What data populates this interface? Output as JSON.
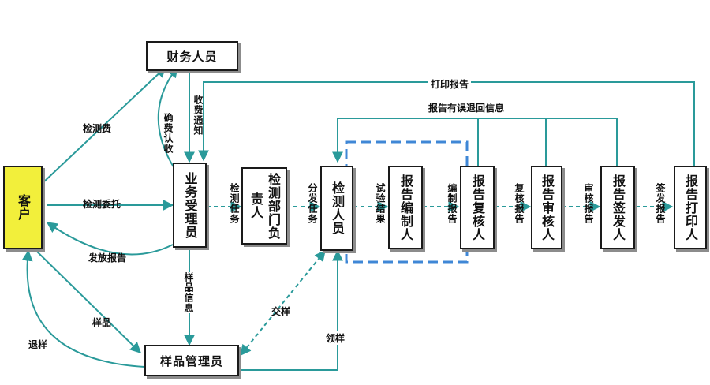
{
  "nodes": {
    "client": "客户",
    "finance": "财务人员",
    "business": "业务受理员",
    "dept_head": "检测部门负责人",
    "tester": "检测人员",
    "compiler": "报告编制人",
    "rechecker": "报告复核人",
    "auditor": "报告审核人",
    "issuer": "报告签发人",
    "printer": "报告打印人",
    "sample_mgr": "样品管理员"
  },
  "labels": {
    "fee": "检测费",
    "commission": "检测委托",
    "issue_report": "发放报告",
    "sample": "样品",
    "return_sample": "退样",
    "confirm_receipt": "确费认收",
    "payment_notice": "收费通知",
    "assign_task": "检测任务",
    "distribute_task": "分发任务",
    "test_result": "试验结果",
    "compile_report": "编制报告",
    "recheck_report": "复核报告",
    "audit_report": "审核报告",
    "issue_signed": "签发报告",
    "print_report": "打印报告",
    "error_return": "报告有误退回信息",
    "sample_info": "样品信息",
    "hand_over": "交样",
    "receive_sample": "领样"
  },
  "colors": {
    "arrow": "#2a9a9a",
    "dashed_group": "#3f87d6",
    "client_fill": "#f2ef3b",
    "box_border": "#1a1a1a"
  }
}
